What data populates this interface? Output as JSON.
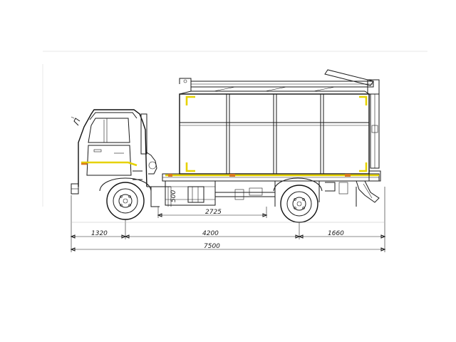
{
  "dimensions": {
    "front_overhang": "1320",
    "wheelbase": "4200",
    "rear_overhang": "1660",
    "overall_length": "7500",
    "body_length": "2725",
    "frame_height": "500"
  },
  "colors": {
    "line": "#1a1a1a",
    "stripe": "#e6d200",
    "marker": "#d97a1f"
  }
}
